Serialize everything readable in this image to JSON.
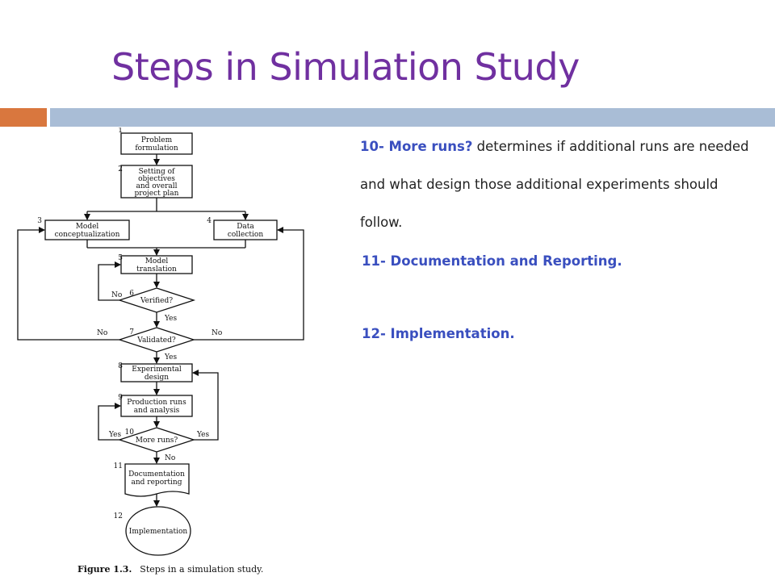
{
  "slide": {
    "title": "Steps in Simulation Study",
    "accent_colors": {
      "title": "#7030a0",
      "bar_left": "#d9773e",
      "bar_main": "#a9bdd6",
      "highlight": "#3a4fbf"
    },
    "step10": {
      "label": "10- More runs?",
      "text": " determines if additional runs are needed and what design those additional experiments should follow."
    },
    "step11": "11- Documentation and Reporting.",
    "step12": "12- Implementation."
  },
  "flowchart": {
    "nodes": [
      {
        "num": "1",
        "lines": [
          "Problem",
          "formulation"
        ]
      },
      {
        "num": "2",
        "lines": [
          "Setting of",
          "objectives",
          "and overall",
          "project plan"
        ]
      },
      {
        "num": "3",
        "lines": [
          "Model",
          "conceptualization"
        ]
      },
      {
        "num": "4",
        "lines": [
          "Data",
          "collection"
        ]
      },
      {
        "num": "5",
        "lines": [
          "Model",
          "translation"
        ]
      },
      {
        "num": "6",
        "lines": [
          "Verified?"
        ]
      },
      {
        "num": "7",
        "lines": [
          "Validated?"
        ]
      },
      {
        "num": "8",
        "lines": [
          "Experimental",
          "design"
        ]
      },
      {
        "num": "9",
        "lines": [
          "Production runs",
          "and analysis"
        ]
      },
      {
        "num": "10",
        "lines": [
          "More runs?"
        ]
      },
      {
        "num": "11",
        "lines": [
          "Documentation",
          "and reporting"
        ]
      },
      {
        "num": "12",
        "lines": [
          "Implementation"
        ]
      }
    ],
    "labels": {
      "no": "No",
      "yes": "Yes"
    },
    "caption_num": "Figure 1.3.",
    "caption_text": "Steps in a simulation study."
  }
}
